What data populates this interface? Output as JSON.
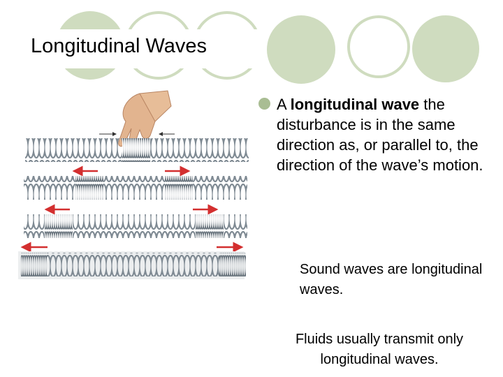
{
  "slide": {
    "title": "Longitudinal Waves",
    "bullet": {
      "lead": "A",
      "term": "longitudinal wave",
      "rest": "the disturbance is in the same direction as, or parallel to, the direction of the wave’s motion."
    },
    "note_sound": "Sound waves are longitudinal waves.",
    "note_fluids": "Fluids usually transmit only longitudinal waves."
  },
  "figure": {
    "description_icon": "hand-icon",
    "arrow_color": "#d32f2f",
    "spring_color": "#7f8a93"
  },
  "colors": {
    "accent": "#cfdcbf",
    "bullet": "#a9bd93"
  }
}
